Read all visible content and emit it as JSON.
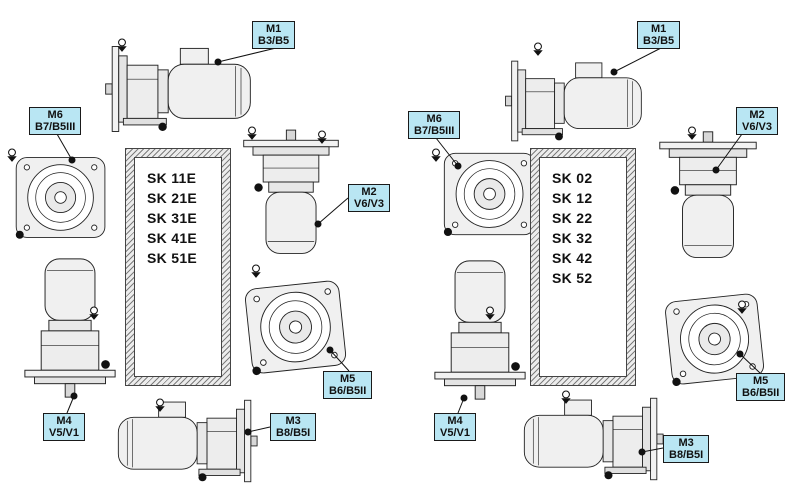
{
  "colors": {
    "callout_bg": "#b9e6f3",
    "callout_border": "#1a1a1a",
    "line_color": "#1a1a1a"
  },
  "icons": {
    "breather_plug": "circle-over-filled-triangle marker",
    "position_dot": "filled black circle marker"
  },
  "panels": [
    {
      "models": [
        "SK 11E",
        "SK 21E",
        "SK 31E",
        "SK 41E",
        "SK 51E"
      ],
      "callouts": {
        "m1": {
          "code": "M1",
          "mount": "B3/B5"
        },
        "m2": {
          "code": "M2",
          "mount": "V6/V3"
        },
        "m3": {
          "code": "M3",
          "mount": "B8/B5I"
        },
        "m4": {
          "code": "M4",
          "mount": "V5/V1"
        },
        "m5": {
          "code": "M5",
          "mount": "B6/B5II"
        },
        "m6": {
          "code": "M6",
          "mount": "B7/B5III"
        }
      }
    },
    {
      "models": [
        "SK 02",
        "SK 12",
        "SK 22",
        "SK 32",
        "SK 42",
        "SK 52"
      ],
      "callouts": {
        "m1": {
          "code": "M1",
          "mount": "B3/B5"
        },
        "m2": {
          "code": "M2",
          "mount": "V6/V3"
        },
        "m3": {
          "code": "M3",
          "mount": "B8/B5I"
        },
        "m4": {
          "code": "M4",
          "mount": "V5/V1"
        },
        "m5": {
          "code": "M5",
          "mount": "B6/B5II"
        },
        "m6": {
          "code": "M6",
          "mount": "B7/B5III"
        }
      }
    }
  ]
}
